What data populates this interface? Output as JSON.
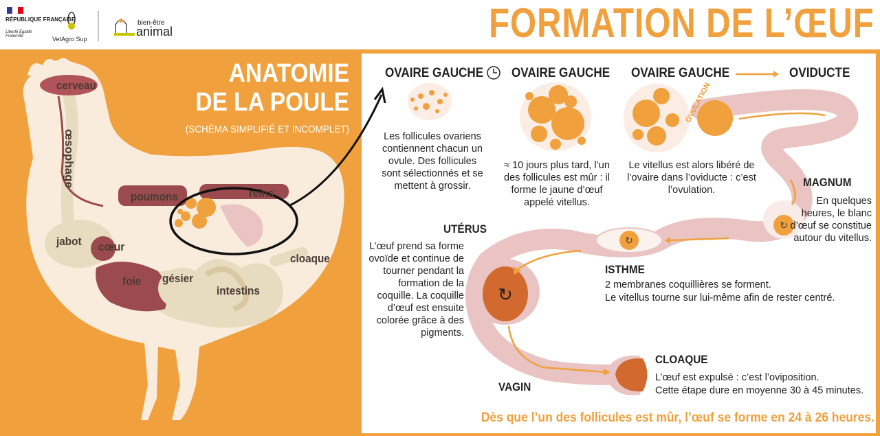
{
  "header": {
    "title": "FORMATION DE L’ŒUF",
    "logo_republique": "RÉPUBLIQUE FRANÇAISE",
    "logo_motto": "Liberté Égalité Fraternité",
    "logo_vetagro": "VetAgro Sup",
    "logo_bien_etre": "bien-être",
    "logo_animal": "animal"
  },
  "anatomy": {
    "title_line1": "ANATOMIE",
    "title_line2": "DE LA POULE",
    "subtitle": "(SCHÉMA SIMPLIFIÉ ET INCOMPLET)",
    "labels": {
      "cerveau": "cerveau",
      "oesophage": "œsophage",
      "poumons": "poumons",
      "reins": "reins",
      "jabot": "jabot",
      "coeur": "cœur",
      "foie": "foie",
      "gesier": "gésier",
      "intestins": "intestins",
      "cloaque": "cloaque"
    }
  },
  "steps": {
    "ovaire1": {
      "title": "OVAIRE GAUCHE",
      "text": "Les follicules ovariens contiennent chacun un ovule. Des follicules sont sélectionnés et se mettent à grossir."
    },
    "ovaire2": {
      "title": "OVAIRE GAUCHE",
      "text": "≈ 10 jours plus tard, l’un des follicules est mûr : il forme le jaune d’œuf appelé vitellus."
    },
    "ovaire3": {
      "title": "OVAIRE GAUCHE",
      "text": "Le vitellus est alors libéré de l’ovaire dans l’oviducte : c’est l’ovulation.",
      "ovulation_label": "OVULATION"
    },
    "oviducte": {
      "title": "OVIDUCTE"
    },
    "magnum": {
      "title": "MAGNUM",
      "text": "En quelques heures, le blanc d’œuf se constitue autour du vitellus."
    },
    "isthme": {
      "title": "ISTHME",
      "line1": "2 membranes coquillières se forment.",
      "line2": "Le vitellus tourne sur lui-même afin de rester centré."
    },
    "uterus": {
      "title": "UTÉRUS",
      "text": "L’œuf prend sa forme ovoïde et continue de tourner pendant la formation de la coquille. La coquille d’œuf est ensuite colorée grâce à des pigments."
    },
    "vagin": {
      "title": "VAGIN"
    },
    "cloaque": {
      "title": "CLOAQUE",
      "line1": "L’œuf est expulsé : c’est l’oviposition.",
      "line2": "Cette étape dure en moyenne 30 à 45 minutes."
    }
  },
  "footer_note": "Dès que l’un des follicules est mûr, l’œuf se forme en 24 à 26 heures.",
  "colors": {
    "orange": "#f0a03c",
    "pink": "#e9c4c2",
    "dark_red": "#9b4a4e",
    "egg": "#d2692e",
    "body": "#f9ecdd"
  }
}
